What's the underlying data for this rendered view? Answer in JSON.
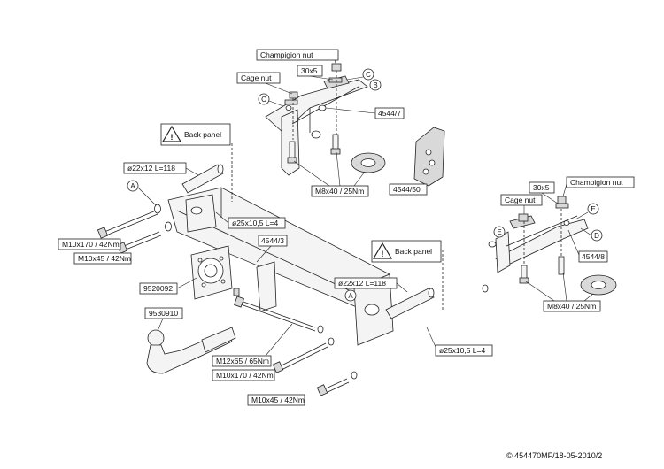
{
  "labels": {
    "champigion_nut_left": "Champigion nut",
    "champigion_nut_right": "Champigion nut",
    "cage_nut_left": "Cage nut",
    "cage_nut_right": "Cage nut",
    "size_30x5_left": "30x5",
    "size_30x5_right": "30x5",
    "part_4544_7": "4544/7",
    "part_4544_50": "4544/50",
    "part_4544_8": "4544/8",
    "part_4544_3": "4544/3",
    "back_panel_left": "Back panel",
    "back_panel_right": "Back panel",
    "tube_left": "ø22x12 L=118",
    "tube_right": "ø22x12 L=118",
    "spacer_left": "ø25x10,5 L=4",
    "spacer_right": "ø25x10,5 L=4",
    "bolt_m8_left": "M8x40 / 25Nm",
    "bolt_m8_right": "M8x40 / 25Nm",
    "bolt_m10x170_left": "M10x170 / 42Nm",
    "bolt_m10x45_left": "M10x45 / 42Nm",
    "part_9520092": "9520092",
    "part_9530910": "9530910",
    "bolt_m12x65": "M12x65 / 65Nm",
    "bolt_m10x170_bottom": "M10x170 / 42Nm",
    "bolt_m10x45_bottom": "M10x45 / 42Nm",
    "copyright": "© 454470MF/18-05-2010/2"
  },
  "markers": {
    "c_top_right": "C",
    "b_top": "B",
    "c_top_left": "C",
    "a_left": "A",
    "a_center": "A",
    "e_right_top": "E",
    "e_right_left": "E",
    "d_right": "D"
  },
  "warning_symbol": "!"
}
